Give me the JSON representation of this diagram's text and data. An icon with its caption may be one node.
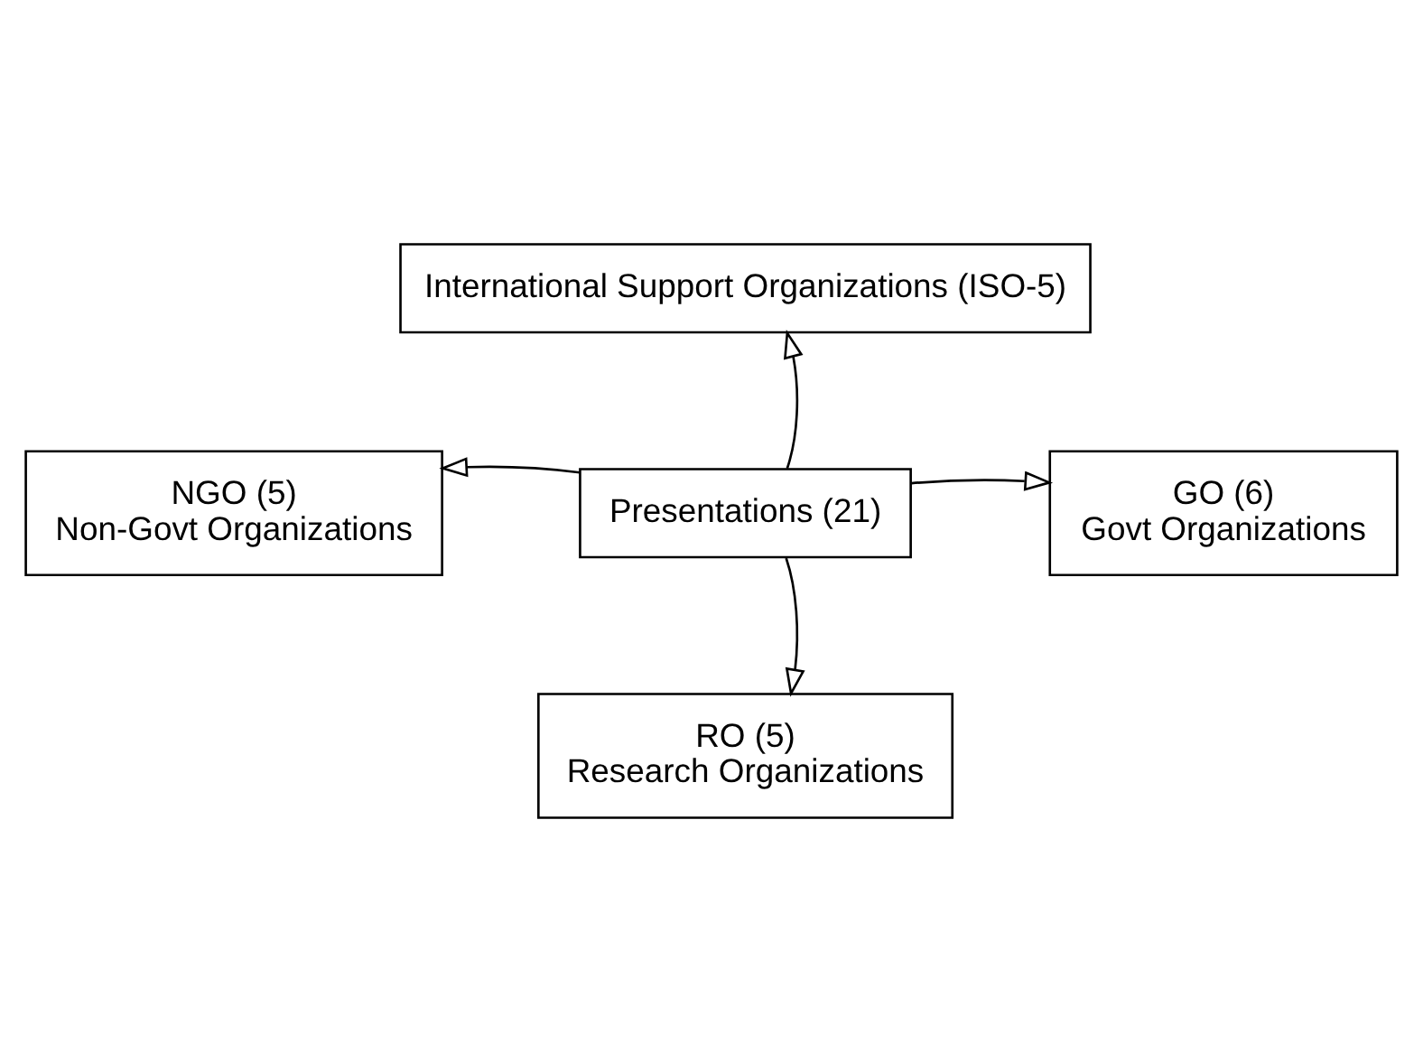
{
  "diagram": {
    "nodes": [
      {
        "text": [
          "International Support Organizations (ISO-5)"
        ]
      },
      {
        "text": [
          "NGO (5)",
          "Non-Govt Organizations"
        ]
      },
      {
        "text": [
          "Presentations (21)"
        ]
      },
      {
        "text": [
          "GO (6)",
          "Govt Organizations"
        ]
      },
      {
        "text": [
          "RO (5)",
          "Research Organizations"
        ]
      }
    ],
    "edges": [
      {
        "from": 2,
        "to": 0,
        "arrow": "to"
      },
      {
        "from": 2,
        "to": 1,
        "arrow": "to"
      },
      {
        "from": 2,
        "to": 3,
        "arrow": "to"
      },
      {
        "from": 2,
        "to": 4,
        "arrow": "to"
      }
    ]
  }
}
